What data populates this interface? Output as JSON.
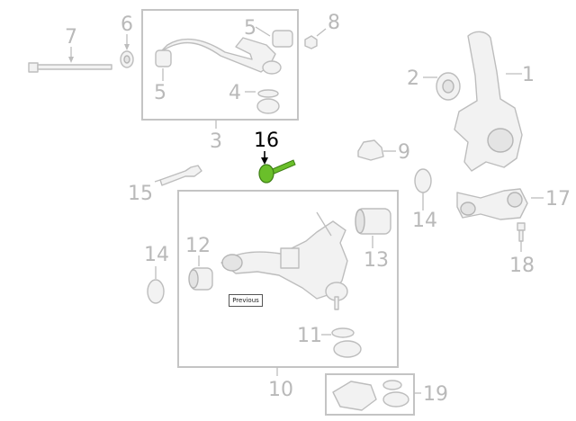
{
  "callouts": {
    "c1": "1",
    "c2": "2",
    "c3": "3",
    "c4": "4",
    "c5a": "5",
    "c5b": "5",
    "c6": "6",
    "c7": "7",
    "c8": "8",
    "c9": "9",
    "c10": "10",
    "c11": "11",
    "c12": "12",
    "c13": "13",
    "c14a": "14",
    "c14b": "14",
    "c15": "15",
    "c16": "16",
    "c17": "17",
    "c18": "18",
    "c19": "19"
  },
  "highlighted_part": "16",
  "colors": {
    "highlight": "#6abf2a",
    "inactive": "#bdbdbd",
    "active_label": "#000000"
  },
  "previous_button": {
    "label": "Previous"
  }
}
